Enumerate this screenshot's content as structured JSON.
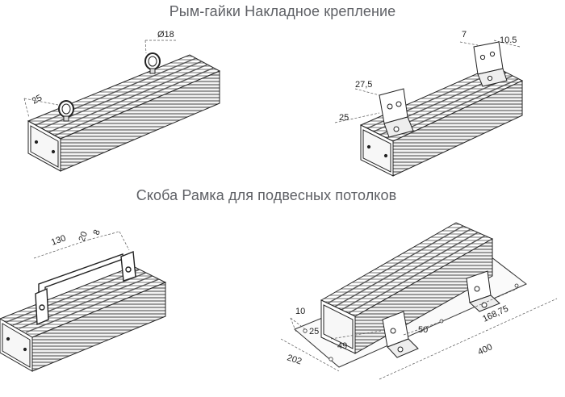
{
  "headings": {
    "row1": "Рым-гайки Накладное крепление",
    "row2": "Скоба Рамка для подвесных потолков"
  },
  "dimensions": {
    "eyebolt": {
      "diameter": "Ø18",
      "height": "25"
    },
    "overlay": {
      "top_width": "7",
      "top_hole": "10.5",
      "bracket": "27,5",
      "side": "25"
    },
    "bracket": {
      "width": "130",
      "offset": "20",
      "hole": "8"
    },
    "frame": {
      "edge": "10",
      "inset": "25",
      "width": "202",
      "middle": "49",
      "pad": "50",
      "spacing": "168,75",
      "length": "400"
    }
  },
  "colors": {
    "heading": "#5f6166",
    "line": "#222222",
    "fin": "#9a9a9a",
    "dim": "#555555"
  }
}
